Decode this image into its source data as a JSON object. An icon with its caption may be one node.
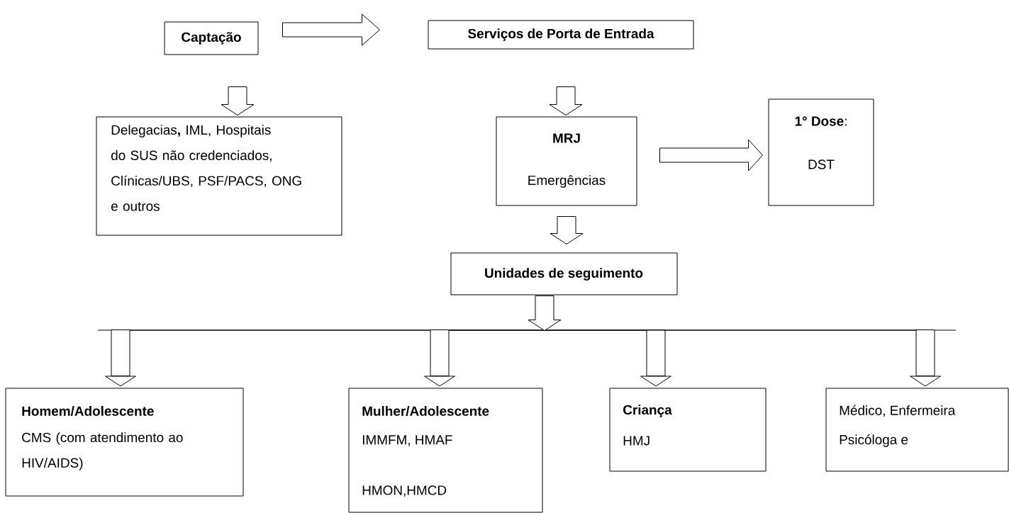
{
  "diagram": {
    "nodes": [
      {
        "text": [
          "Captação"
        ]
      },
      {
        "text": [
          "Serviços de Porta de Entrada"
        ]
      },
      {
        "text": [
          "Delegacias**,** IML, Hospitais do SUS não credenciados, Clínicas/UBS, PSF/PACS, ONG e outros"
        ]
      },
      {
        "text": [
          "MRJ",
          "Emergências"
        ]
      },
      {
        "text": [
          "**1° Dose**:",
          "DST"
        ]
      },
      {
        "text": [
          "Unidades de seguimento"
        ]
      },
      {
        "text": [
          "Homem/Adolescente",
          "CMS (com atendimento ao HIV/AIDS)"
        ]
      },
      {
        "text": [
          "Mulher/Adolescente",
          "IMMFM, HMAF",
          "HMON,HMCD"
        ]
      },
      {
        "text": [
          "Criança",
          "HMJ"
        ]
      },
      {
        "text": [
          "Médico, Enfermeira",
          "Psicóloga e"
        ]
      }
    ],
    "edges": [
      {
        "from": 0,
        "to": 1,
        "arrow": "to"
      },
      {
        "from": 0,
        "to": 2,
        "arrow": "to"
      },
      {
        "from": 1,
        "to": 3,
        "arrow": "to"
      },
      {
        "from": 3,
        "to": 4,
        "arrow": "to"
      },
      {
        "from": 3,
        "to": 5,
        "arrow": "to"
      },
      {
        "from": 5,
        "to": 6,
        "arrow": "to"
      },
      {
        "from": 5,
        "to": 7,
        "arrow": "to"
      },
      {
        "from": 5,
        "to": 8,
        "arrow": "to"
      },
      {
        "from": 5,
        "to": 9,
        "arrow": "to"
      }
    ]
  }
}
